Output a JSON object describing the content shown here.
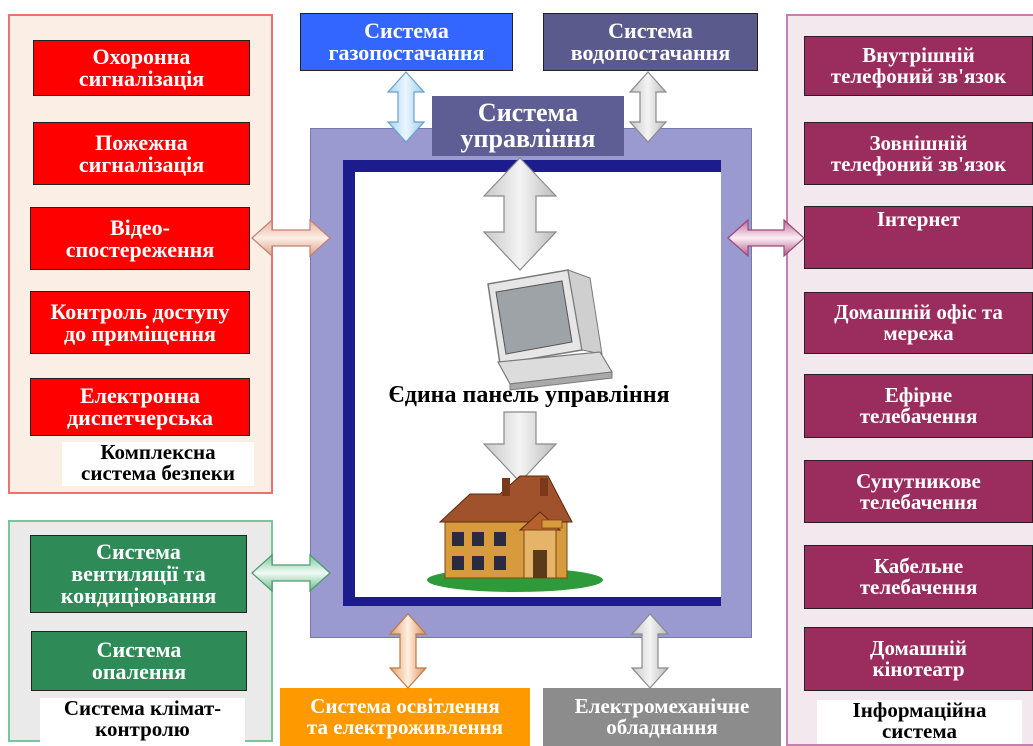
{
  "top_systems": {
    "gas": "Система\nгазопостачання",
    "water": "Система\nводопостачання",
    "control": "Система\nуправління"
  },
  "security": {
    "label": "Комплексна\nсистема безпеки",
    "items": [
      "Охоронна\nсигналізація",
      "Пожежна\nсигналізація",
      "Відео-\nспостереження",
      "Контроль доступу\nдо приміщення",
      "Електронна\nдиспетчерська"
    ]
  },
  "climate": {
    "label": "Система клімат-\nконтролю",
    "items": [
      "Система\nвентиляції та\nкондиціювання",
      "Система\nопалення"
    ]
  },
  "info": {
    "label": "Інформаційна\nсистема",
    "items": [
      "Внутрішній\nтелефоний зв'язок",
      "Зовнішній\nтелефоний зв'язок",
      "Інтернет",
      "Домашній офіс та\nмережа",
      "Ефірне\nтелебачення",
      "Супутникове\nтелебачення",
      "Кабельне\nтелебачення",
      "Домашній\nкінотеатр"
    ]
  },
  "center": {
    "panel_title": "Єдина панель управління"
  },
  "bottom_systems": {
    "lighting": "Система освітлення\nта електроживлення",
    "electromech": "Електромеханічне\nобладнання"
  },
  "colors": {
    "gas": "#3366ff",
    "water": "#5a5a8c",
    "control_label": "#5e5e94",
    "frame": "#9a9ad0",
    "frame_inner": "#1c1c8c",
    "security": "#ff0000",
    "info": "#9a2d5e",
    "climate": "#2e8b57",
    "lighting": "#ff9900",
    "electromech": "#8c8c8c"
  }
}
